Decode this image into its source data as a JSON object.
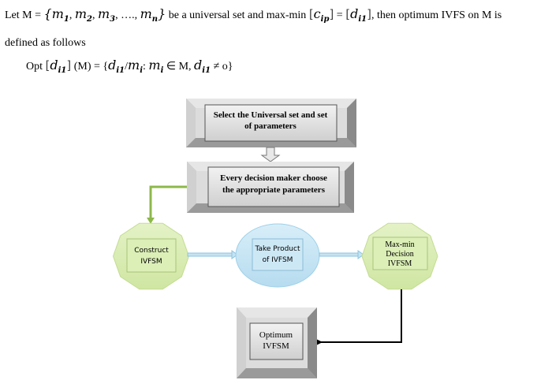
{
  "text": {
    "line1": {
      "prefix": "Let M = ",
      "set_open": "{",
      "elements": [
        {
          "base": "m",
          "sub": "1"
        },
        {
          "base": "m",
          "sub": "2"
        },
        {
          "base": "m",
          "sub": "3"
        }
      ],
      "ellipsis": "….,",
      "last": {
        "base": "m",
        "sub": "n"
      },
      "set_close": "}",
      "middle": " be a universal set and max-min ",
      "cip": {
        "base": "c",
        "sub": "ip"
      },
      "equals": " = ",
      "di1": {
        "base": "d",
        "sub": "i1"
      },
      "suffix": ", then optimum IVFS on M is"
    },
    "line2": "defined as follows",
    "line3": {
      "opt": "Opt ",
      "di1": {
        "base": "d",
        "sub": "i1"
      },
      "m_arg": " (M) = {",
      "d": {
        "base": "d",
        "sub": "i1"
      },
      "slash": "/",
      "mi": {
        "base": "m",
        "sub": "i"
      },
      "colon": ": ",
      "mi2": {
        "base": "m",
        "sub": "i"
      },
      "in": " ∈ M, ",
      "d2": {
        "base": "d",
        "sub": "i1"
      },
      "neq": " ≠ o}"
    }
  },
  "flowchart": {
    "nodes": [
      {
        "id": "select-universal-set",
        "lines": [
          "Select the Universal set and set",
          "of parameters"
        ],
        "shape": "bevel-box"
      },
      {
        "id": "choose-parameters",
        "lines": [
          "Every decision maker choose",
          "the appropriate parameters"
        ],
        "shape": "bevel-box"
      },
      {
        "id": "construct-ivfsm",
        "lines": [
          "Construct",
          "IVFSM"
        ],
        "shape": "decagon"
      },
      {
        "id": "take-product",
        "lines": [
          "Take Product",
          "of IVFSM"
        ],
        "shape": "ellipse"
      },
      {
        "id": "max-min-decision",
        "lines": [
          "Max-min",
          "Decision",
          "IVFSM"
        ],
        "shape": "decagon"
      },
      {
        "id": "optimum-ivfsm",
        "lines": [
          "Optimum",
          "IVFSM"
        ],
        "shape": "bevel-box"
      }
    ],
    "edges": [
      {
        "from": "select-universal-set",
        "to": "choose-parameters",
        "style": "block-arrow"
      },
      {
        "from": "choose-parameters",
        "to": "construct-ivfsm",
        "style": "green-elbow"
      },
      {
        "from": "construct-ivfsm",
        "to": "take-product",
        "style": "blue-arrow"
      },
      {
        "from": "take-product",
        "to": "max-min-decision",
        "style": "blue-arrow"
      },
      {
        "from": "max-min-decision",
        "to": "optimum-ivfsm",
        "style": "black-elbow"
      }
    ],
    "colors": {
      "box_face": "#d9d9d9",
      "green_fill": "#d7eab0",
      "green_stroke": "#9bbb59",
      "blue_fill": "#c6e3f2",
      "blue_stroke": "#8cc4e0",
      "connector_green": "#8db84a",
      "connector_black": "#000000"
    }
  }
}
